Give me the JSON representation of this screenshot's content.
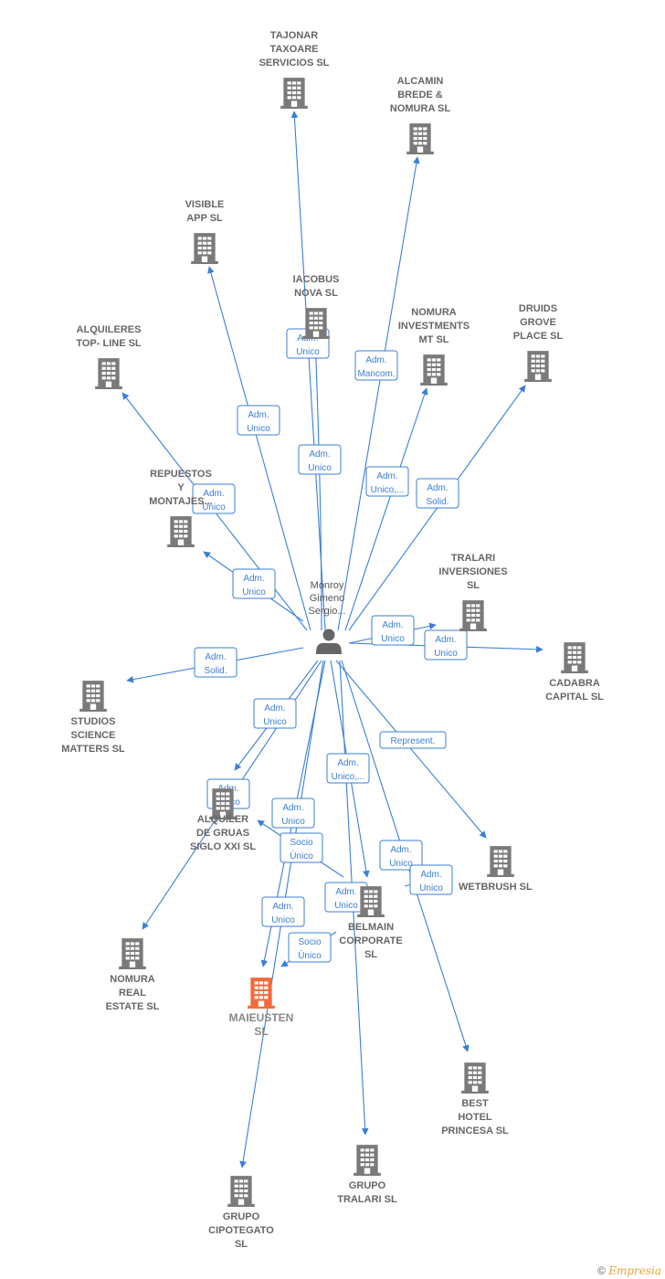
{
  "colors": {
    "edge": "#3a7fd5",
    "building": "#7a7a7a",
    "building_main": "#f26b3a",
    "person": "#666666"
  },
  "person": {
    "label_lines": [
      "Monroy",
      "Gimeno",
      "Sergio..."
    ]
  },
  "nodes": [
    {
      "id": "tajonar",
      "lines": [
        "TAJONAR",
        "TAXOARE",
        "SERVICIOS  SL"
      ]
    },
    {
      "id": "alcamin",
      "lines": [
        "ALCAMIN",
        "BREDE &",
        "NOMURA  SL"
      ]
    },
    {
      "id": "visible",
      "lines": [
        "VISIBLE",
        "APP  SL"
      ]
    },
    {
      "id": "iacobus",
      "lines": [
        "IACOBUS",
        "NOVA SL"
      ]
    },
    {
      "id": "nomura-inv",
      "lines": [
        "NOMURA",
        "INVESTMENTS",
        "MT SL"
      ]
    },
    {
      "id": "druids",
      "lines": [
        "DRUIDS",
        "GROVE",
        "PLACE  SL"
      ]
    },
    {
      "id": "alquileres",
      "lines": [
        "ALQUILERES",
        "TOP- LINE SL"
      ]
    },
    {
      "id": "repuestos",
      "lines": [
        "REPUESTOS",
        "Y",
        "MONTAJES..."
      ]
    },
    {
      "id": "tralari-inv",
      "lines": [
        "TRALARI",
        "INVERSIONES",
        "SL"
      ]
    },
    {
      "id": "cadabra",
      "lines": [
        "CADABRA",
        "CAPITAL  SL"
      ]
    },
    {
      "id": "studios",
      "lines": [
        "STUDIOS",
        "SCIENCE",
        "MATTERS  SL"
      ]
    },
    {
      "id": "alquiler-gruas",
      "lines": [
        "ALQUILER",
        "DE GRUAS",
        "SIGLO XXI SL"
      ]
    },
    {
      "id": "wetbrush",
      "lines": [
        "WETBRUSH  SL"
      ]
    },
    {
      "id": "belmain",
      "lines": [
        "BELMAIN",
        "CORPORATE",
        "SL"
      ]
    },
    {
      "id": "nomura-real",
      "lines": [
        "NOMURA",
        "REAL",
        "ESTATE  SL"
      ]
    },
    {
      "id": "maieusten",
      "lines": [
        "MAIEUSTEN",
        "SL"
      ],
      "main": true
    },
    {
      "id": "best-hotel",
      "lines": [
        "BEST",
        "HOTEL",
        "PRINCESA  SL"
      ]
    },
    {
      "id": "grupo-tralari",
      "lines": [
        "GRUPO",
        "TRALARI  SL"
      ]
    },
    {
      "id": "grupo-cipotegato",
      "lines": [
        "GRUPO",
        "CIPOTEGATO",
        "SL"
      ]
    }
  ],
  "edge_labels": [
    {
      "id": "e-tajonar",
      "lines": [
        "Adm.",
        "Unico"
      ]
    },
    {
      "id": "e-alcamin",
      "lines": [
        "Adm.",
        "Mancom."
      ]
    },
    {
      "id": "e-visible",
      "lines": [
        "Adm.",
        "Unico"
      ]
    },
    {
      "id": "e-iacobus",
      "lines": [
        "Adm.",
        "Unico"
      ]
    },
    {
      "id": "e-nomura-inv",
      "lines": [
        "Adm.",
        "Unico,..."
      ]
    },
    {
      "id": "e-druids",
      "lines": [
        "Adm.",
        "Solid."
      ]
    },
    {
      "id": "e-alquileres",
      "lines": [
        "Adm.",
        "Unico"
      ]
    },
    {
      "id": "e-repuestos",
      "lines": [
        "Adm.",
        "Unico"
      ]
    },
    {
      "id": "e-tralari-inv",
      "lines": [
        "Adm.",
        "Unico"
      ]
    },
    {
      "id": "e-cadabra",
      "lines": [
        "Adm.",
        "Unico"
      ]
    },
    {
      "id": "e-studios",
      "lines": [
        "Adm.",
        "Solid."
      ]
    },
    {
      "id": "e-alquiler-gruas",
      "lines": [
        "Adm.",
        "Unico"
      ]
    },
    {
      "id": "e-nomura-real",
      "lines": [
        "Adm.",
        "Unico"
      ]
    },
    {
      "id": "e-wetbrush",
      "lines": [
        "Represent."
      ]
    },
    {
      "id": "e-belmain",
      "lines": [
        "Adm.",
        "Unico,..."
      ]
    },
    {
      "id": "e-maieusten-1",
      "lines": [
        "Adm.",
        "Unico"
      ]
    },
    {
      "id": "e-socio-1",
      "lines": [
        "Socio",
        "Único"
      ]
    },
    {
      "id": "e-maieusten-2",
      "lines": [
        "Adm.",
        "Unico"
      ]
    },
    {
      "id": "e-socio-2",
      "lines": [
        "Socio",
        "Único"
      ]
    },
    {
      "id": "e-belmain-2",
      "lines": [
        "Adm.",
        "Unico"
      ]
    },
    {
      "id": "e-best-1",
      "lines": [
        "Adm.",
        "Unico"
      ]
    },
    {
      "id": "e-best-2",
      "lines": [
        "Adm.",
        "Unico"
      ]
    }
  ],
  "footer": {
    "copyright": "©",
    "brand": "Empresia"
  }
}
